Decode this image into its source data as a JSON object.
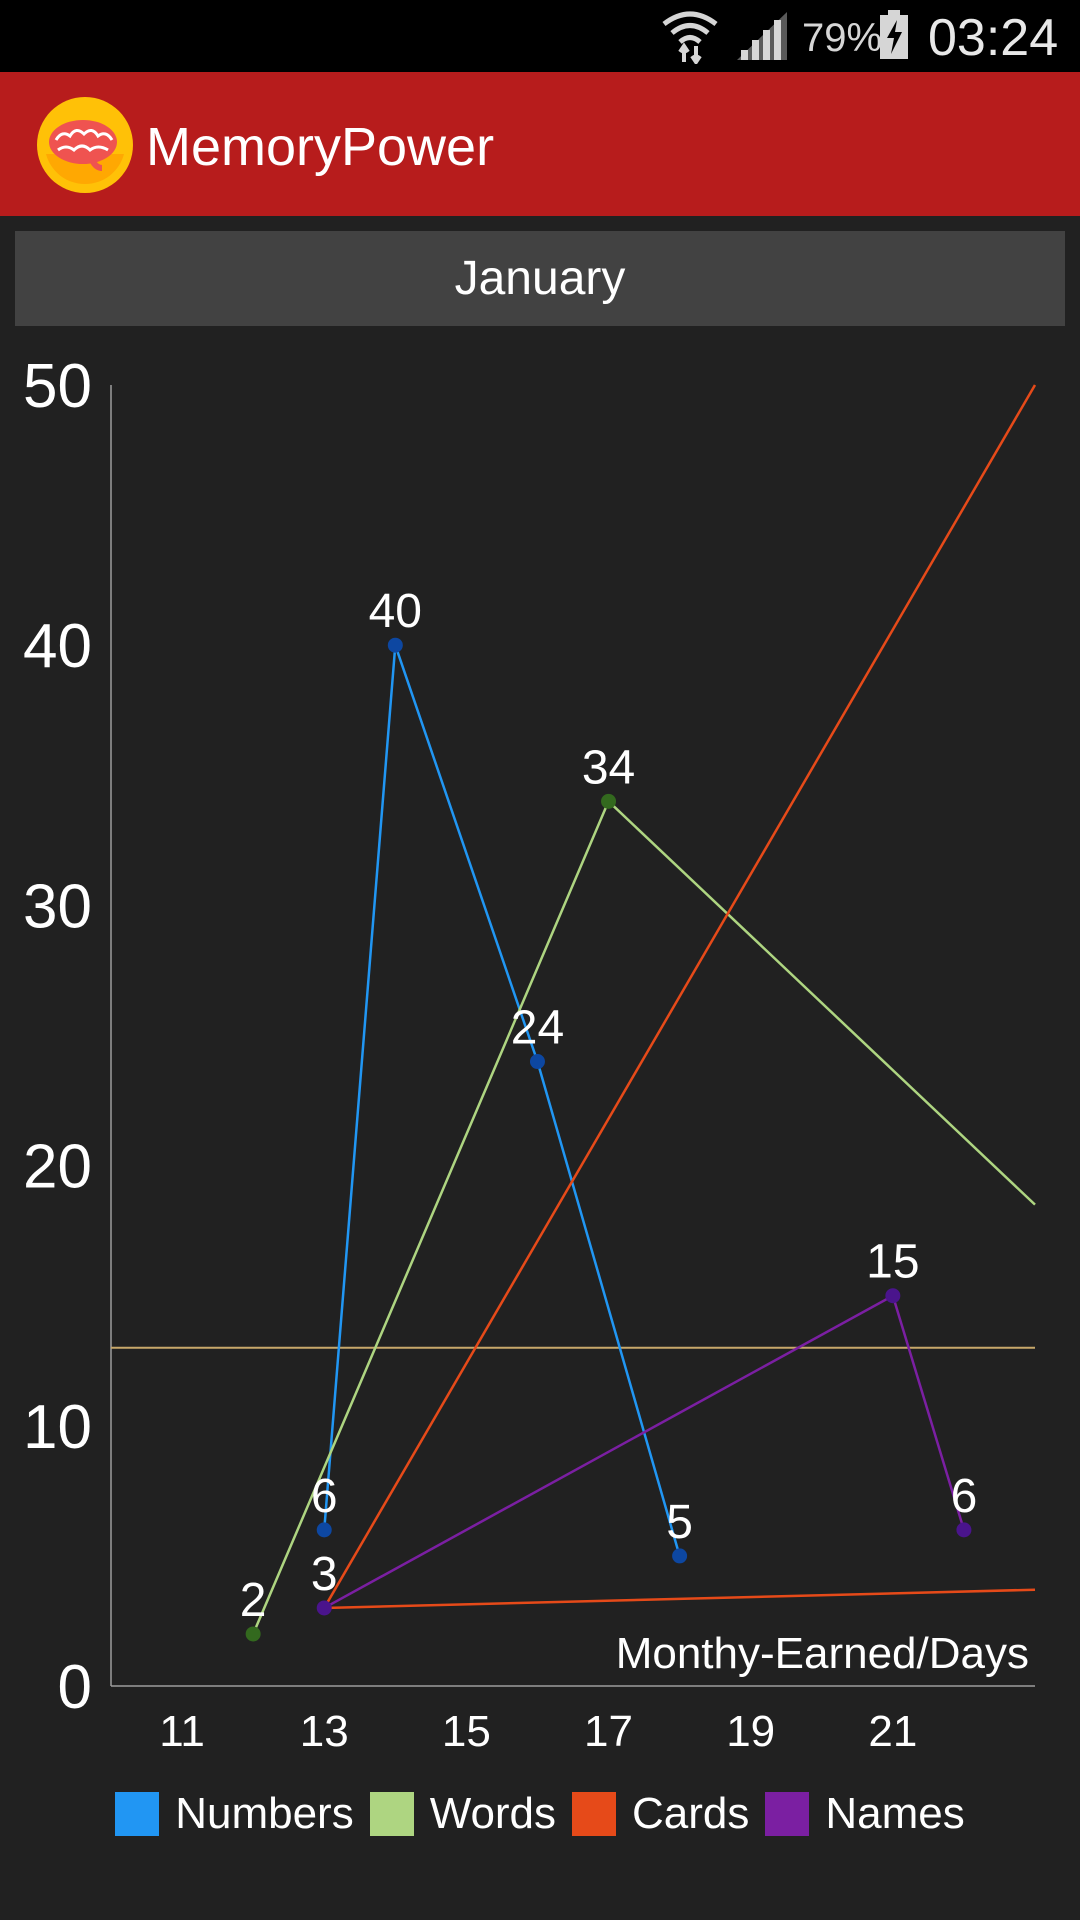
{
  "status_bar": {
    "battery_percent": "79%",
    "time": "03:24",
    "icons": [
      "wifi-icon",
      "signal-icon",
      "battery-charging-icon"
    ]
  },
  "app_bar": {
    "title": "MemoryPower",
    "logo_icon": "brain-logo-icon"
  },
  "month_selector": {
    "label": "January"
  },
  "chart_data": {
    "type": "line",
    "xlabel": "Monthy-Earned/Days",
    "ylabel": "",
    "xlim": [
      10,
      23
    ],
    "ylim": [
      0,
      50
    ],
    "x_ticks": [
      11,
      13,
      15,
      17,
      19,
      21
    ],
    "y_ticks": [
      0,
      10,
      20,
      30,
      40,
      50
    ],
    "reference_line": {
      "y": 13,
      "color": "#c8a86a"
    },
    "series": [
      {
        "name": "Numbers",
        "color": "#2196f3",
        "marker_color": "#0d47a1",
        "points": [
          {
            "x": 13,
            "y": 6,
            "label": "6"
          },
          {
            "x": 14,
            "y": 40,
            "label": "40"
          },
          {
            "x": 16,
            "y": 24,
            "label": "24"
          },
          {
            "x": 18,
            "y": 5,
            "label": "5"
          }
        ]
      },
      {
        "name": "Words",
        "color": "#aed581",
        "marker_color": "#33691e",
        "points": [
          {
            "x": 12,
            "y": 2,
            "label": "2"
          },
          {
            "x": 17,
            "y": 34,
            "label": "34"
          },
          {
            "x": 23,
            "y": 18.5
          }
        ]
      },
      {
        "name": "Cards",
        "color": "#e64a19",
        "marker_color": "#e64a19",
        "points": [
          {
            "x": 13,
            "y": 3
          },
          {
            "x": 23,
            "y": 50
          }
        ],
        "extra_segments": [
          [
            {
              "x": 13,
              "y": 3
            },
            {
              "x": 23,
              "y": 3.7
            }
          ]
        ]
      },
      {
        "name": "Names",
        "color": "#7b1fa2",
        "marker_color": "#4a148c",
        "points": [
          {
            "x": 13,
            "y": 3,
            "label": "3"
          },
          {
            "x": 21,
            "y": 15,
            "label": "15"
          },
          {
            "x": 22,
            "y": 6,
            "label": "6"
          }
        ]
      }
    ]
  }
}
